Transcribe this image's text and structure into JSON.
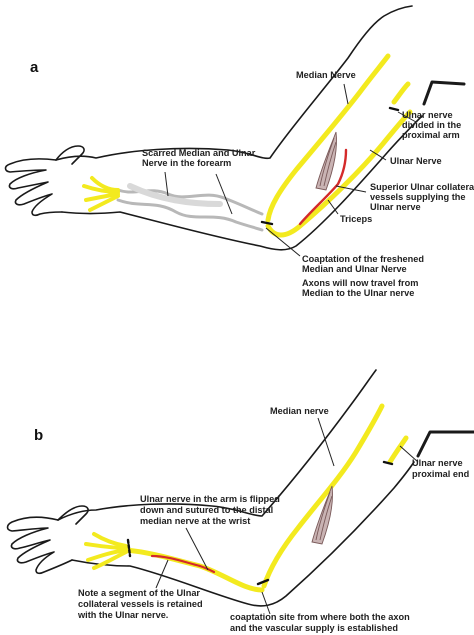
{
  "colors": {
    "nerve": "#f3ea1f",
    "vessel": "#d42a2a",
    "outline": "#1a1a1a",
    "scar": "#b8b8b8",
    "label": "#222222"
  },
  "panel_a": {
    "letter": "a",
    "labels": {
      "median_nerve": "Median Nerve",
      "ulnar_divided_1": "Ulnar nerve",
      "ulnar_divided_2": "divided in the",
      "ulnar_divided_3": "proximal arm",
      "ulnar_nerve": "Ulnar Nerve",
      "scarred_1": "Scarred Median and Ulnar",
      "scarred_2": "Nerve in the forearm",
      "superior_1": "Superior Ulnar collateral",
      "superior_2": "vessels supplying the",
      "superior_3": "Ulnar nerve",
      "triceps": "Triceps",
      "coaptation_1": "Coaptation of the freshened",
      "coaptation_2": "Median and Ulnar Nerve",
      "coaptation_3": "Axons will now travel from",
      "coaptation_4": "Median to the Ulnar nerve"
    }
  },
  "panel_b": {
    "letter": "b",
    "labels": {
      "median_nerve": "Median nerve",
      "ulnar_prox_1": "Ulnar nerve",
      "ulnar_prox_2": "proximal end",
      "flipped_1": "Ulnar nerve in the arm is flipped",
      "flipped_2": "down and sutured to the distal",
      "flipped_3": "median nerve at the wrist",
      "note_1": "Note a segment of the Ulnar",
      "note_2": "collateral vessels is retained",
      "note_3": "with the Ulnar nerve.",
      "coapt_1": "coaptation site from where both the axon",
      "coapt_2": "and the vascular supply is established"
    }
  }
}
